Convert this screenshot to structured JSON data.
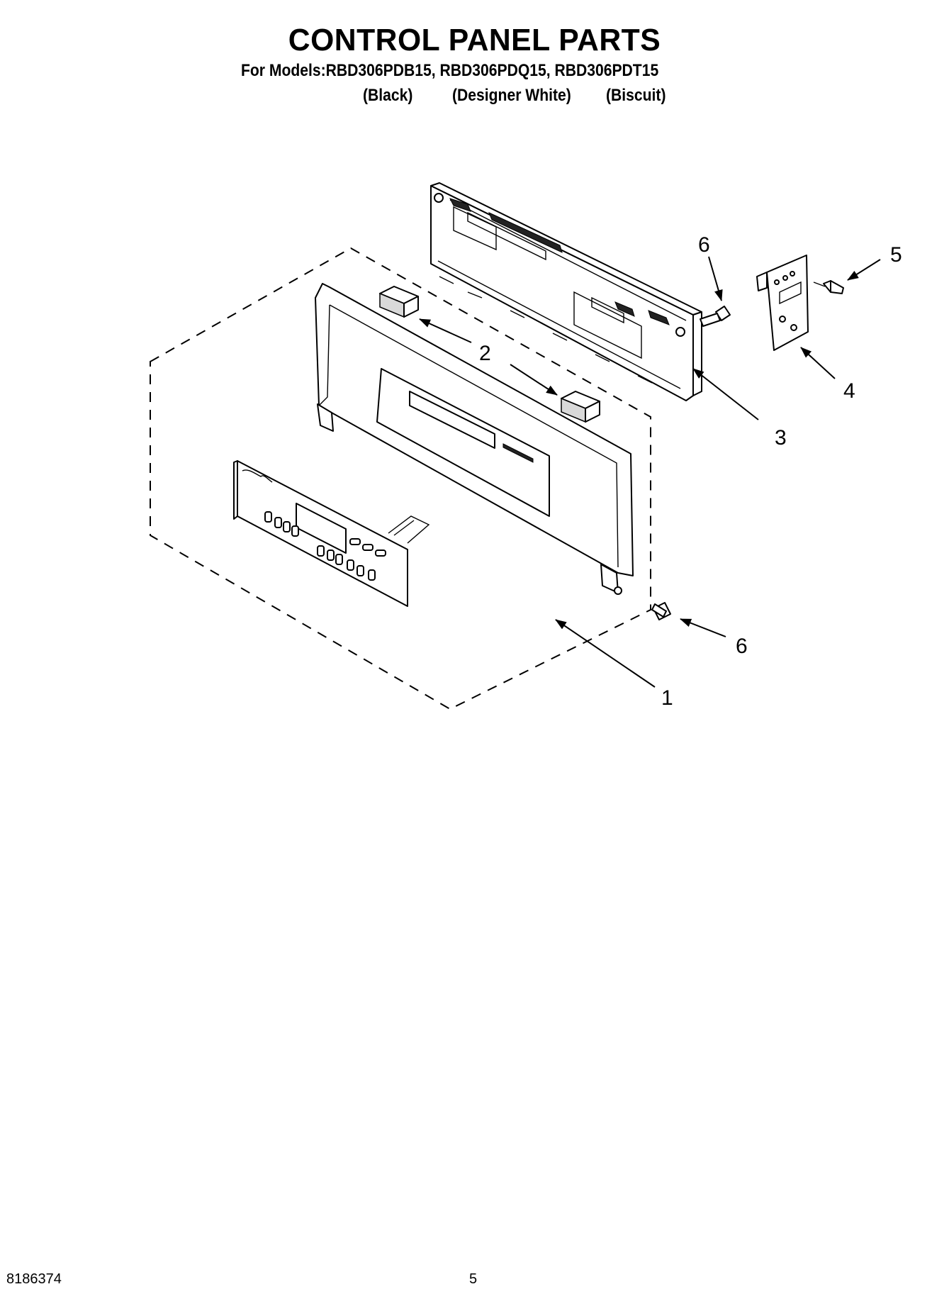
{
  "header": {
    "title": "CONTROL PANEL PARTS",
    "models_line": "For Models:RBD306PDB15, RBD306PDQ15, RBD306PDT15",
    "variants": [
      "(Black)",
      "(Designer White)",
      "(Biscuit)"
    ]
  },
  "diagram": {
    "callouts": [
      "1",
      "2",
      "3",
      "4",
      "5",
      "6",
      "6"
    ]
  },
  "footer": {
    "document_number": "8186374",
    "page_number": "5"
  }
}
